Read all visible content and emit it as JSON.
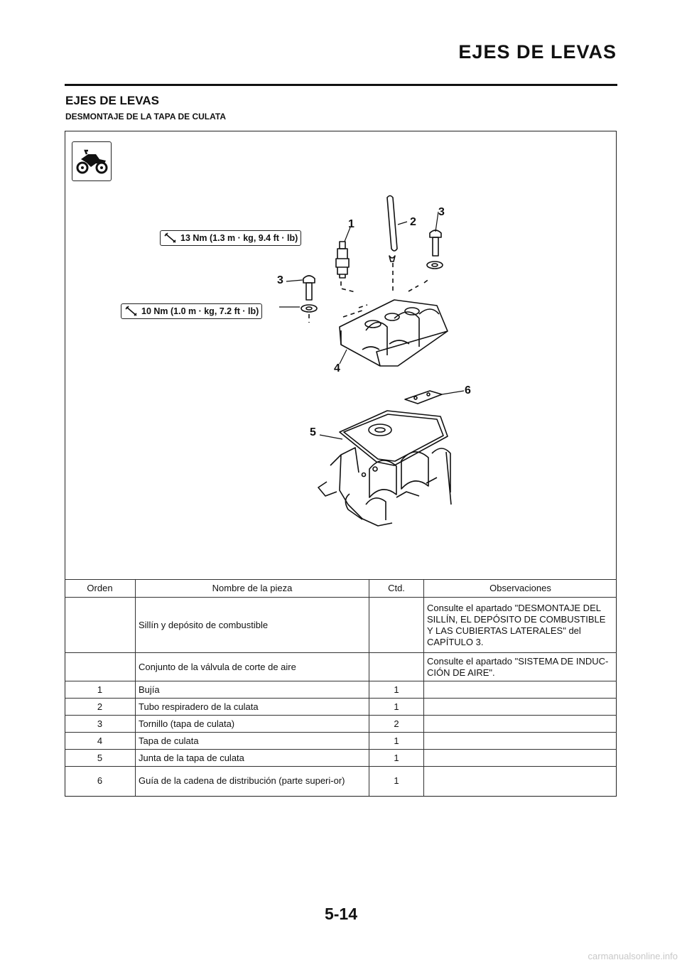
{
  "header": {
    "title": "EJES DE LEVAS"
  },
  "section": {
    "title": "EJES DE LEVAS",
    "subtitle": "DESMONTAJE DE LA TAPA DE CULATA"
  },
  "diagram": {
    "torque_1": "13 Nm (1.3 m · kg, 9.4 ft · lb)",
    "torque_2": "10 Nm (1.0 m · kg, 7.2 ft · lb)",
    "callouts": [
      "1",
      "2",
      "3",
      "3",
      "4",
      "5",
      "6"
    ],
    "icons": {
      "badge": "motorcycle-icon",
      "torque": "torque-wrench-icon"
    }
  },
  "table": {
    "headers": [
      "Orden",
      "Nombre de la pieza",
      "Ctd.",
      "Observaciones"
    ],
    "rows": [
      [
        "",
        "Sillín y depósito de combustible",
        "",
        "Consulte el apartado \"DESMONTAJE DEL SILLÍN, EL DEPÓSITO DE COMBUSTIBLE Y LAS CUBIERTAS LATERALES\" del CAPÍTULO 3."
      ],
      [
        "",
        "Conjunto de la válvula de corte de aire",
        "",
        "Consulte el apartado \"SISTEMA DE INDUC-CIÓN DE AIRE\"."
      ],
      [
        "1",
        "Bujía",
        "1",
        ""
      ],
      [
        "2",
        "Tubo respiradero de la culata",
        "1",
        ""
      ],
      [
        "3",
        "Tornillo (tapa de culata)",
        "2",
        ""
      ],
      [
        "4",
        "Tapa de culata",
        "1",
        ""
      ],
      [
        "5",
        "Junta de la tapa de culata",
        "1",
        ""
      ],
      [
        "6",
        "Guía de la cadena de distribución (parte superi-or)",
        "1",
        ""
      ]
    ]
  },
  "footer": {
    "page_number": "5-14",
    "watermark": "carmanualsonline.info"
  }
}
